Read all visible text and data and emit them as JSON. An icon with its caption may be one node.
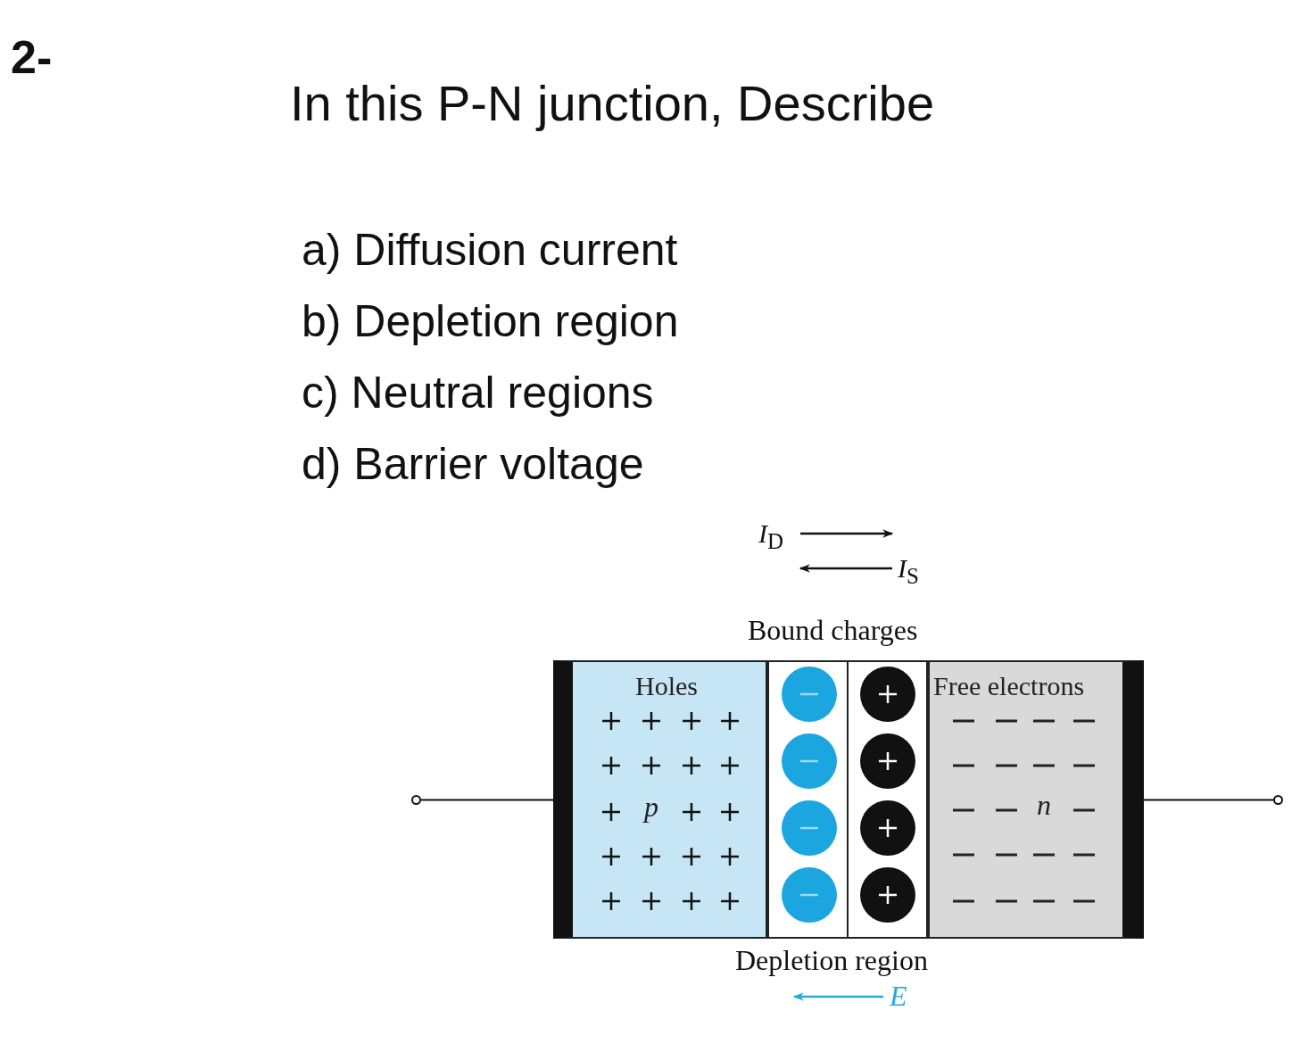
{
  "diagram": {
    "title": "In this P-N junction, Describe",
    "nodes": [
      {
        "text": [],
        "shape": "circle"
      },
      {
        "text": [
          "Holes",
          "p"
        ]
      },
      {
        "text": [],
        "shape": "box"
      },
      {
        "text": [
          "Free electrons",
          "n"
        ]
      },
      {
        "text": [],
        "shape": "circle"
      }
    ],
    "edges": [
      {
        "from": 0,
        "to": 1,
        "arrow": "none"
      },
      {
        "from": 3,
        "to": 4,
        "arrow": "none"
      }
    ],
    "labels": [
      "2-",
      "a) Diffusion current",
      "b) Depletion region",
      "c) Neutral regions",
      "d) Barrier voltage",
      "*I*$_{D}$",
      "*I*$_{S}$",
      "Bound charges",
      "Depletion region",
      "E"
    ]
  }
}
